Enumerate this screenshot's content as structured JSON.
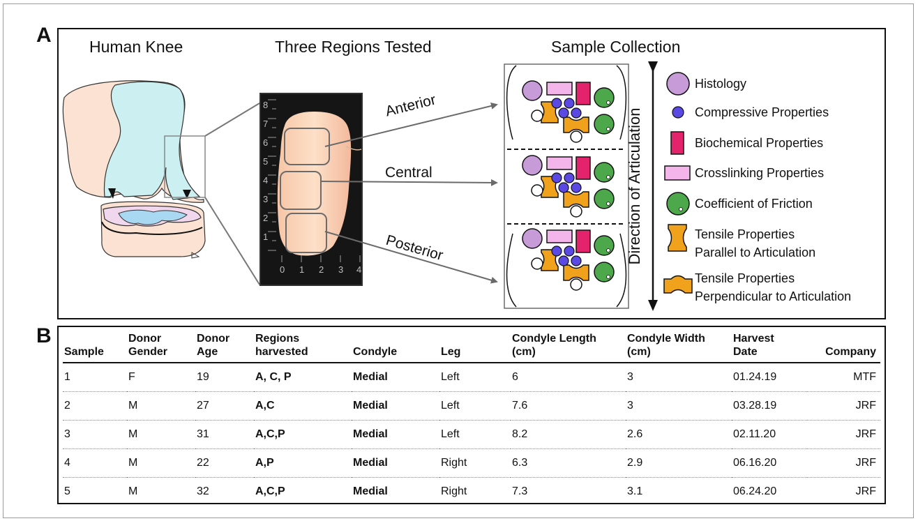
{
  "figure": {
    "panel_a_letter": "A",
    "panel_b_letter": "B",
    "headings": {
      "knee": "Human Knee",
      "regions": "Three Regions Tested",
      "collection": "Sample Collection"
    },
    "regions": [
      "Anterior",
      "Central",
      "Posterior"
    ],
    "ruler": {
      "vertical_ticks": [
        "8",
        "7",
        "6",
        "5",
        "4",
        "3",
        "2",
        "1"
      ],
      "horizontal_ticks": [
        "0",
        "1",
        "2",
        "3",
        "4"
      ]
    },
    "direction_label": "Direction of Articulation",
    "legend": [
      {
        "icon": "histology-circle-icon",
        "lines": [
          "Histology"
        ],
        "color": "#c79ad8"
      },
      {
        "icon": "compressive-dot-icon",
        "lines": [
          "Compressive Properties"
        ],
        "color": "#5a4ae3"
      },
      {
        "icon": "biochemical-rect-icon",
        "lines": [
          "Biochemical Properties"
        ],
        "color": "#e3246d"
      },
      {
        "icon": "crosslinking-rect-icon",
        "lines": [
          "Crosslinking Properties"
        ],
        "color": "#f4b6ea"
      },
      {
        "icon": "friction-circle-icon",
        "lines": [
          "Coefficient of Friction"
        ],
        "color": "#4da84b"
      },
      {
        "icon": "tensile-parallel-icon",
        "lines": [
          "Tensile Properties",
          "Parallel to Articulation"
        ],
        "color": "#f0a21c"
      },
      {
        "icon": "tensile-perpendicular-icon",
        "lines": [
          "Tensile Properties",
          "Perpendicular to Articulation"
        ],
        "color": "#f0a21c"
      }
    ]
  },
  "table": {
    "headers": [
      [
        "Sample"
      ],
      [
        "Donor",
        "Gender"
      ],
      [
        "Donor",
        "Age"
      ],
      [
        "Regions",
        "harvested"
      ],
      [
        "Condyle"
      ],
      [
        "Leg"
      ],
      [
        "Condyle Length",
        "(cm)"
      ],
      [
        "Condyle Width",
        "(cm)"
      ],
      [
        "Harvest",
        "Date"
      ],
      [
        "Company"
      ]
    ],
    "rows": [
      [
        "1",
        "F",
        "19",
        "A, C, P",
        "Medial",
        "Left",
        "6",
        "3",
        "01.24.19",
        "MTF"
      ],
      [
        "2",
        "M",
        "27",
        "A,C",
        "Medial",
        "Left",
        "7.6",
        "3",
        "03.28.19",
        "JRF"
      ],
      [
        "3",
        "M",
        "31",
        "A,C,P",
        "Medial",
        "Left",
        "8.2",
        "2.6",
        "02.11.20",
        "JRF"
      ],
      [
        "4",
        "M",
        "22",
        "A,P",
        "Medial",
        "Right",
        "6.3",
        "2.9",
        "06.16.20",
        "JRF"
      ],
      [
        "5",
        "M",
        "32",
        "A,C,P",
        "Medial",
        "Right",
        "7.3",
        "3.1",
        "06.24.20",
        "JRF"
      ]
    ]
  }
}
